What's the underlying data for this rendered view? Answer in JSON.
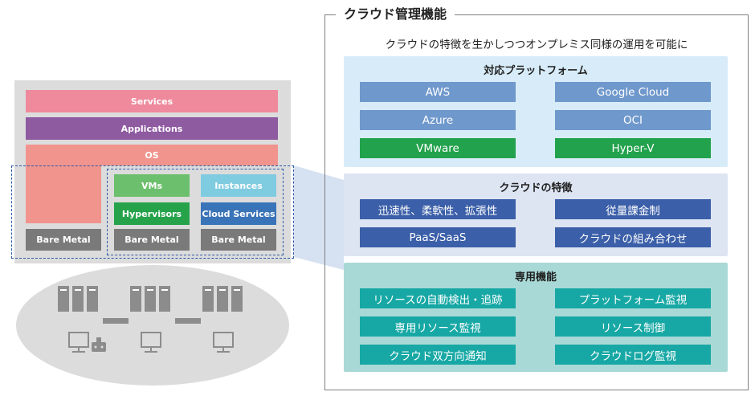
{
  "stack": {
    "services": "Services",
    "applications": "Applications",
    "os": "OS",
    "vms": "VMs",
    "instances": "Instances",
    "hypervisors": "Hypervisors",
    "cloud_services": "Cloud Services",
    "bare_metal": "Bare Metal"
  },
  "panel": {
    "title": "クラウド管理機能",
    "subtitle": "クラウドの特徴を生かしつつオンプレミス同様の運用を可能に",
    "platforms": {
      "title": "対応プラットフォーム",
      "items": [
        "AWS",
        "Google Cloud",
        "Azure",
        "OCI",
        "VMware",
        "Hyper-V"
      ]
    },
    "features": {
      "title": "クラウドの特徴",
      "items": [
        "迅速性、柔軟性、拡張性",
        "従量課金制",
        "PaaS/SaaS",
        "クラウドの組み合わせ"
      ]
    },
    "functions": {
      "title": "専用機能",
      "items": [
        "リソースの自動検出・追跡",
        "プラットフォーム監視",
        "専用リソース監視",
        "リソース制御",
        "クラウド双方向通知",
        "クラウドログ監視"
      ]
    }
  },
  "colors": {
    "services": "#ee8a9c",
    "applications": "#8e5aa0",
    "os": "#f0948d",
    "vms": "#6cbf6c",
    "instances": "#7fcbe0",
    "hypervisors": "#26a34a",
    "cloud_services": "#3a74b8",
    "bare_metal": "#7a7a7a",
    "platform_blue": "#6f98cc",
    "platform_green": "#23a24d",
    "platform_section": "#d7ecf8",
    "feature_pill": "#3b5fa8",
    "feature_section": "#dde4f2",
    "function_pill": "#17a8a5",
    "function_section": "#a9d9d6"
  }
}
